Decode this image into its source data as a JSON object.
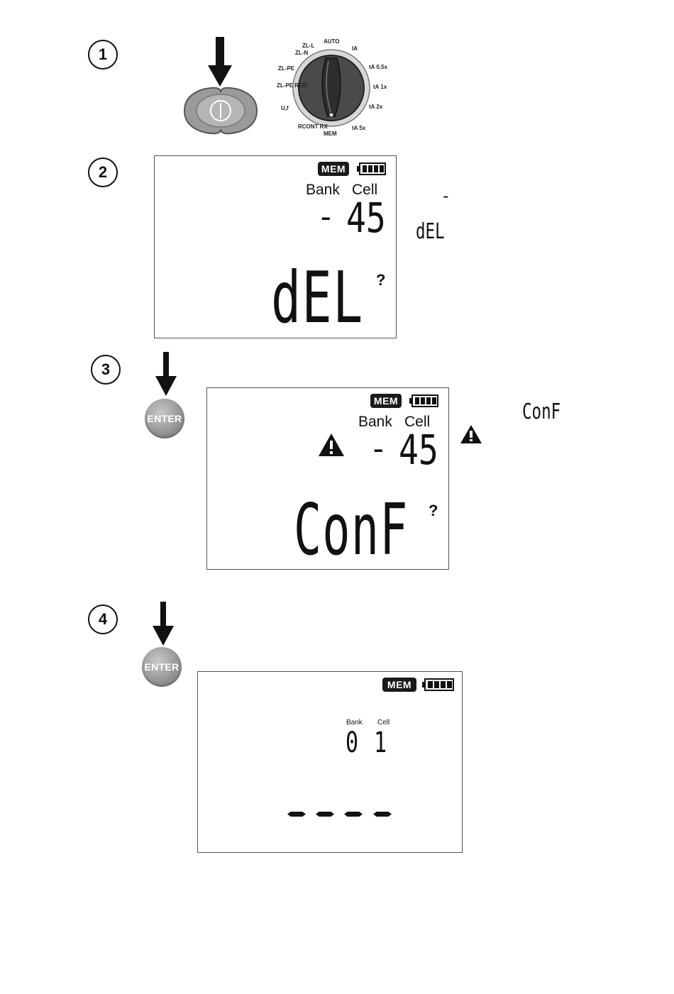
{
  "steps": [
    {
      "number": "1",
      "dial": {
        "labels": [
          "AUTO",
          "ZL-L",
          "ZL-N",
          "ZL-PE",
          "ZL-PE RCD",
          "U,f",
          "RCONT RX",
          "MEM",
          "tA 5x",
          "tA 2x",
          "tA 1x",
          "tA 0,5x",
          "IA"
        ],
        "icons": [
          "power-button-icon",
          "rotary-dial-icon",
          "arrow-down-icon"
        ]
      }
    },
    {
      "number": "2",
      "display": {
        "mem": "MEM",
        "bank_label": "Bank",
        "cell_label": "Cell",
        "bank_value": "-",
        "cell_value": "45",
        "main": "dEL",
        "question": "?"
      },
      "side": {
        "dash": "-",
        "text": "dEL"
      }
    },
    {
      "number": "3",
      "button": "ENTER",
      "display": {
        "mem": "MEM",
        "bank_label": "Bank",
        "cell_label": "Cell",
        "bank_value": "-",
        "cell_value": "45",
        "main": "ConF",
        "question": "?"
      },
      "side": {
        "text": "ConF"
      }
    },
    {
      "number": "4",
      "button": "ENTER",
      "display": {
        "mem": "MEM",
        "bank_label": "Bank",
        "cell_label": "Cell",
        "bank_value": "0",
        "cell_value": "1"
      }
    }
  ],
  "colors": {
    "lcd_text": "#111111",
    "button_grey": "#8a8a8a"
  }
}
